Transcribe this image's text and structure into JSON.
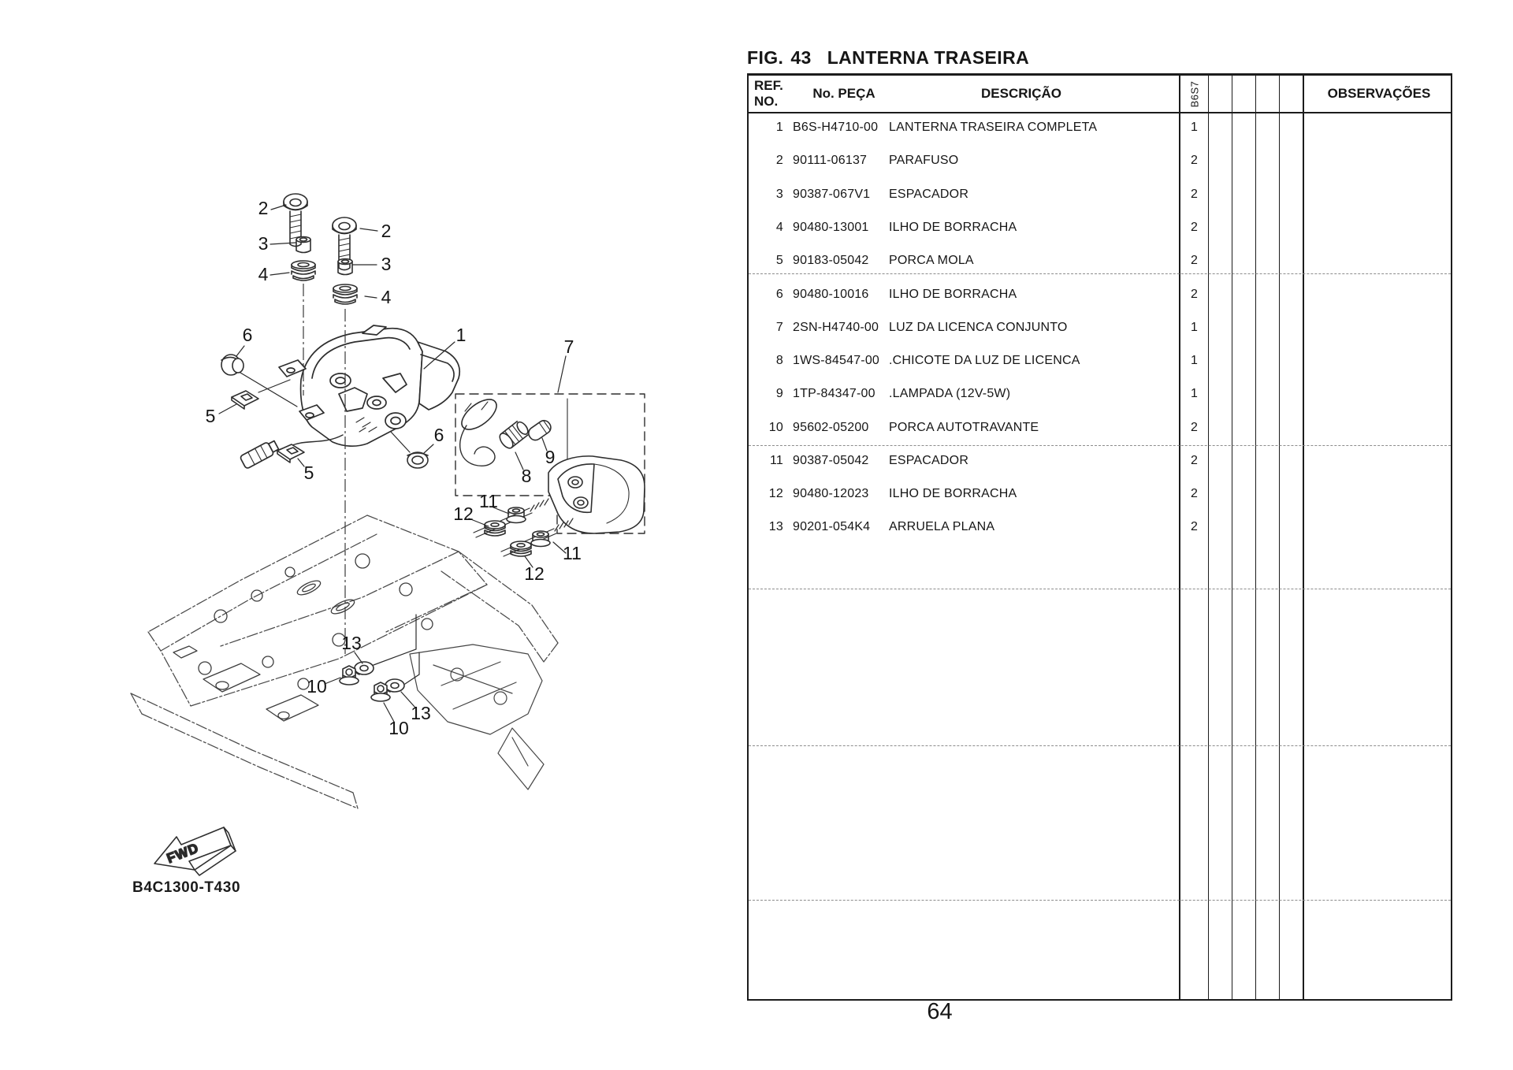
{
  "figure": {
    "label": "FIG.",
    "number": "43",
    "title": "LANTERNA TRASEIRA",
    "code": "B4C1300-T430",
    "fwd": "FWD"
  },
  "table": {
    "headers": {
      "ref_line1": "REF.",
      "ref_line2": "NO.",
      "part": "No. PEÇA",
      "desc": "DESCRIÇÃO",
      "model": "B6S7",
      "obs": "OBSERVAÇÕES"
    },
    "rows": [
      {
        "ref": "1",
        "part": "B6S-H4710-00",
        "desc": "LANTERNA TRASEIRA COMPLETA",
        "qty": "1"
      },
      {
        "ref": "2",
        "part": "90111-06137",
        "desc": "PARAFUSO",
        "qty": "2"
      },
      {
        "ref": "3",
        "part": "90387-067V1",
        "desc": "ESPACADOR",
        "qty": "2"
      },
      {
        "ref": "4",
        "part": "90480-13001",
        "desc": "ILHO DE BORRACHA",
        "qty": "2"
      },
      {
        "ref": "5",
        "part": "90183-05042",
        "desc": "PORCA MOLA",
        "qty": "2"
      },
      {
        "ref": "6",
        "part": "90480-10016",
        "desc": "ILHO DE BORRACHA",
        "qty": "2"
      },
      {
        "ref": "7",
        "part": "2SN-H4740-00",
        "desc": "LUZ DA LICENCA CONJUNTO",
        "qty": "1"
      },
      {
        "ref": "8",
        "part": "1WS-84547-00",
        "desc": ".CHICOTE DA LUZ DE LICENCA",
        "qty": "1"
      },
      {
        "ref": "9",
        "part": "1TP-84347-00",
        "desc": ".LAMPADA (12V-5W)",
        "qty": "1"
      },
      {
        "ref": "10",
        "part": "95602-05200",
        "desc": "PORCA AUTOTRAVANTE",
        "qty": "2"
      },
      {
        "ref": "11",
        "part": "90387-05042",
        "desc": "ESPACADOR",
        "qty": "2"
      },
      {
        "ref": "12",
        "part": "90480-12023",
        "desc": "ILHO DE BORRACHA",
        "qty": "2"
      },
      {
        "ref": "13",
        "part": "90201-054K4",
        "desc": "ARRUELA PLANA",
        "qty": "2"
      }
    ]
  },
  "diagram": {
    "callouts": {
      "c1": "1",
      "c2a": "2",
      "c2b": "2",
      "c3a": "3",
      "c3b": "3",
      "c4a": "4",
      "c4b": "4",
      "c5a": "5",
      "c5b": "5",
      "c6a": "6",
      "c6b": "6",
      "c7": "7",
      "c8": "8",
      "c9": "9",
      "c10a": "10",
      "c10b": "10",
      "c11a": "11",
      "c11b": "11",
      "c12a": "12",
      "c12b": "12",
      "c13a": "13",
      "c13b": "13"
    }
  },
  "page": {
    "number": "64"
  }
}
